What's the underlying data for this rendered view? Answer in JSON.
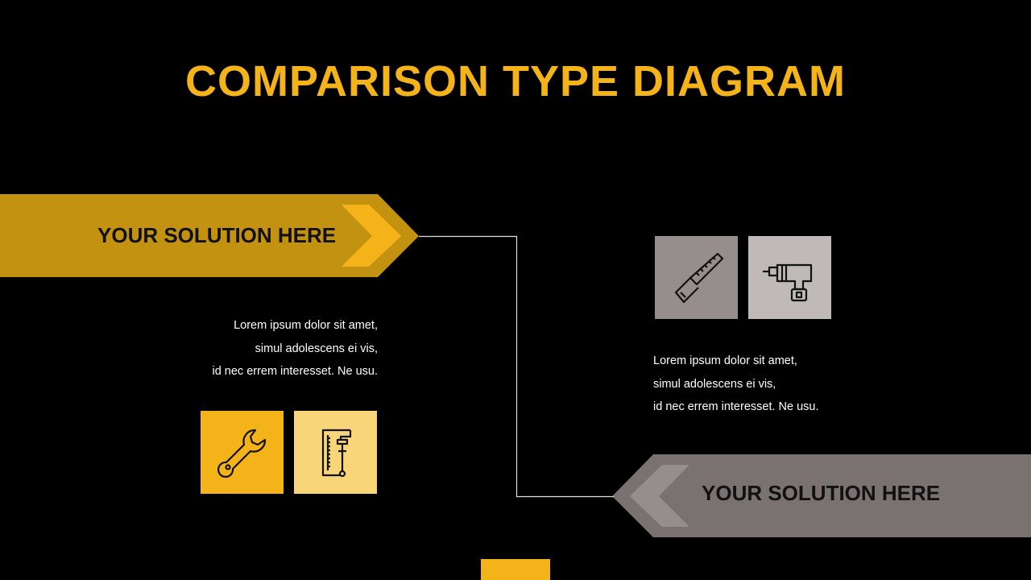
{
  "title": "COMPARISON TYPE DIAGRAM",
  "colors": {
    "accent": "#F5B31A",
    "accent_dark": "#C49211",
    "accent_light": "#F9D57A",
    "grey": "#7A7271",
    "grey_mid": "#958E8C",
    "grey_light": "#BFBAB9",
    "background": "#000000"
  },
  "left": {
    "banner_label": "YOUR SOLUTION HERE",
    "text_lines": [
      "Lorem  ipsum dolor sit amet,",
      "simul adolescens ei vis,",
      "id nec errem  interesset. Ne usu."
    ],
    "icons": [
      "wrench-icon",
      "clamp-icon"
    ]
  },
  "right": {
    "banner_label": "YOUR SOLUTION HERE",
    "text_lines": [
      "Lorem  ipsum dolor sit amet,",
      "simul adolescens ei vis,",
      "id nec errem  interesset. Ne usu."
    ],
    "icons": [
      "saw-icon",
      "drill-icon"
    ]
  }
}
